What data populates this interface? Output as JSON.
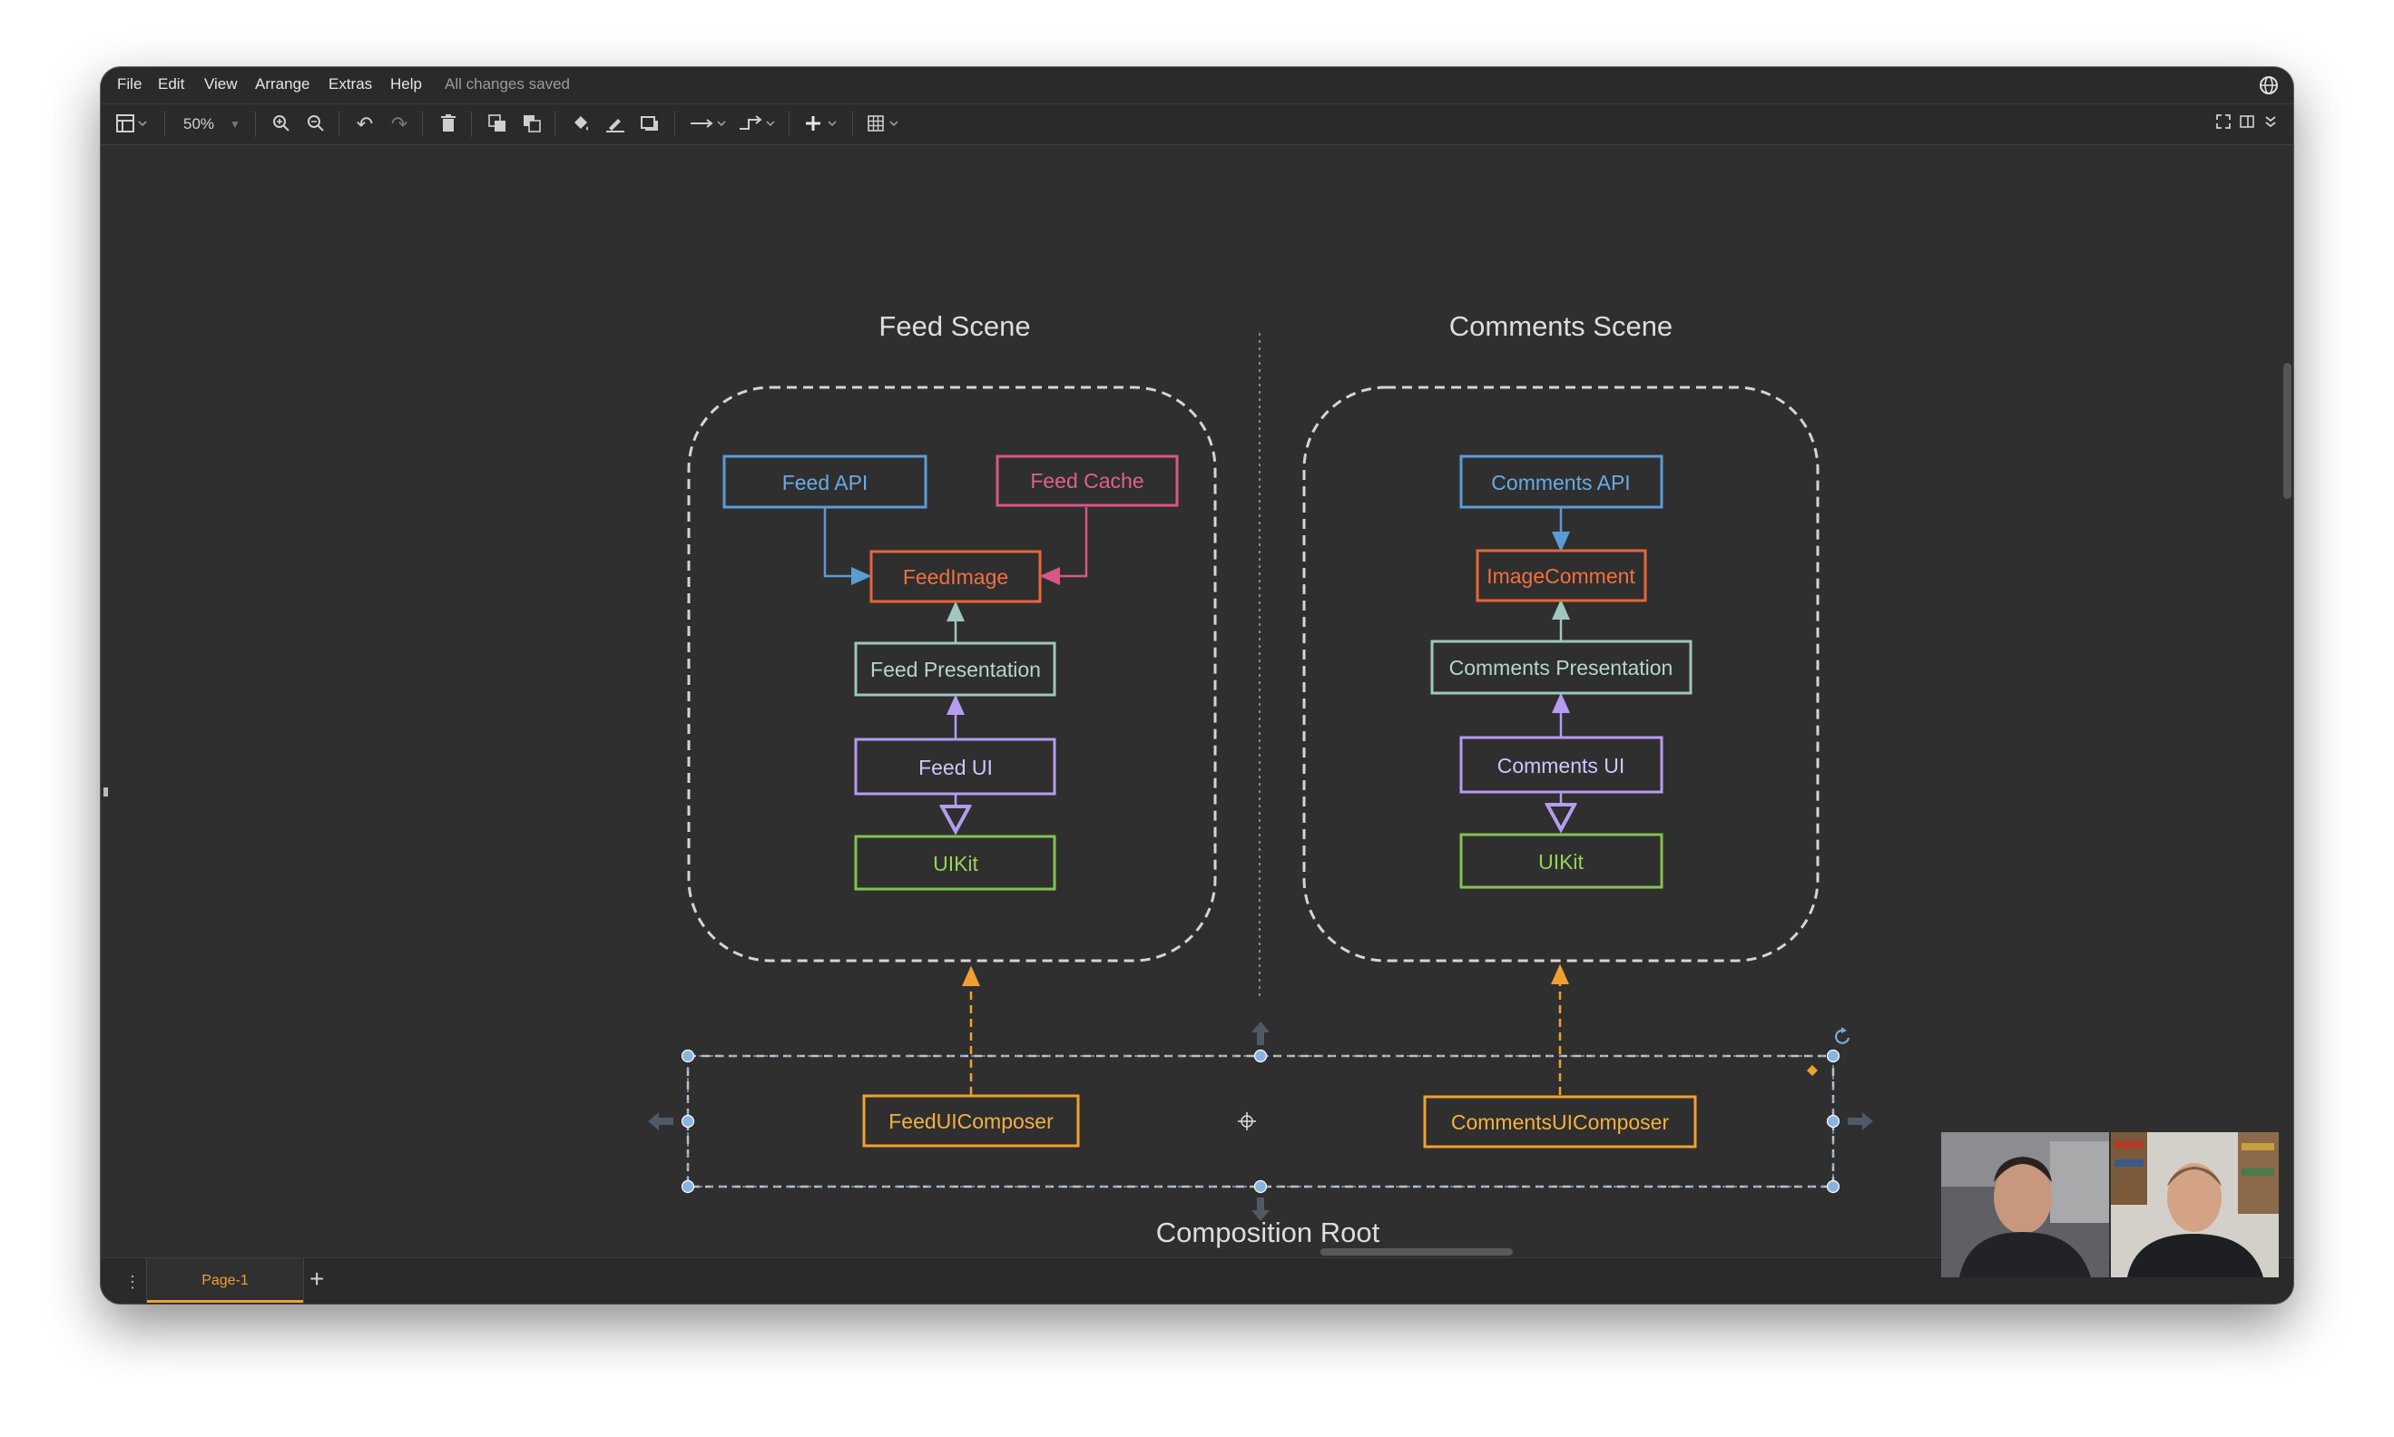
{
  "menu": {
    "items": [
      "File",
      "Edit",
      "View",
      "Arrange",
      "Extras",
      "Help"
    ],
    "status": "All changes saved"
  },
  "toolbar": {
    "zoom": "50%",
    "icons": [
      "format-panel-icon",
      "zoom-in-icon",
      "zoom-out-icon",
      "undo-icon",
      "redo-icon",
      "delete-icon",
      "to-front-icon",
      "to-back-icon",
      "fill-color-icon",
      "line-color-icon",
      "shadow-icon",
      "connection-icon",
      "waypoints-icon",
      "insert-icon",
      "table-icon",
      "fullscreen-icon",
      "format-toggle-icon",
      "collapse-icon"
    ]
  },
  "diagram": {
    "feed_scene": {
      "title": "Feed Scene",
      "feed_api": "Feed API",
      "feed_cache": "Feed Cache",
      "feed_image": "FeedImage",
      "feed_presentation": "Feed Presentation",
      "feed_ui": "Feed UI",
      "uikit": "UIKit"
    },
    "comments_scene": {
      "title": "Comments Scene",
      "comments_api": "Comments API",
      "image_comment": "ImageComment",
      "comments_presentation": "Comments Presentation",
      "comments_ui": "Comments UI",
      "uikit": "UIKit"
    },
    "composition_root": {
      "title": "Composition Root",
      "feed_composer": "FeedUIComposer",
      "comments_composer": "CommentsUIComposer"
    },
    "colors": {
      "api": "#5b9bd5",
      "cache": "#d9568a",
      "model": "#e8663a",
      "presentation": "#9fc7bd",
      "ui": "#b69cf0",
      "uikit": "#84c24f",
      "composer": "#f0a030",
      "selection": "#7fa9d6"
    }
  },
  "pages": {
    "tabs": [
      "Page-1"
    ],
    "add_icon": "plus-icon"
  }
}
